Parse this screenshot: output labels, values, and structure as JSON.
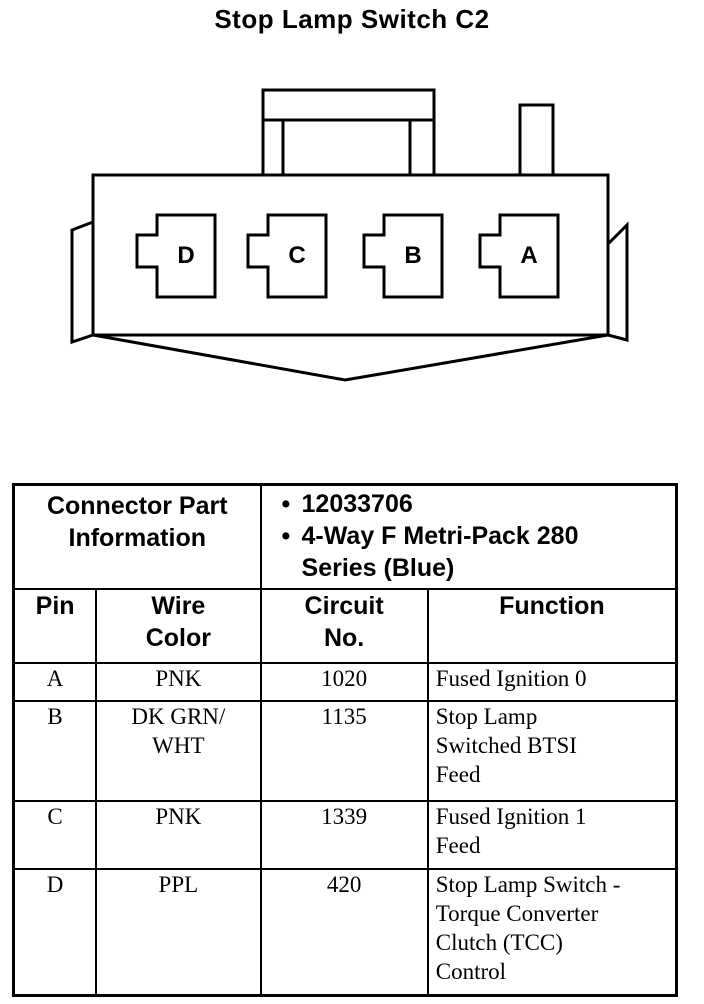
{
  "title": "Stop Lamp Switch C2",
  "connector": {
    "cavities": [
      "D",
      "C",
      "B",
      "A"
    ]
  },
  "table": {
    "part_info_label": "Connector Part\nInformation",
    "part_info_items": [
      "12033706",
      "4-Way F Metri-Pack 280\nSeries (Blue)"
    ],
    "columns": [
      "Pin",
      "Wire\nColor",
      "Circuit\nNo.",
      "Function"
    ],
    "rows": [
      {
        "pin": "A",
        "wire": "PNK",
        "circuit": "1020",
        "function": "Fused Ignition 0"
      },
      {
        "pin": "B",
        "wire": "DK GRN/\nWHT",
        "circuit": "1135",
        "function": "Stop Lamp\nSwitched BTSI\nFeed"
      },
      {
        "pin": "C",
        "wire": "PNK",
        "circuit": "1339",
        "function": "Fused Ignition 1\nFeed"
      },
      {
        "pin": "D",
        "wire": "PPL",
        "circuit": "420",
        "function": "Stop Lamp Switch -\nTorque Converter\nClutch (TCC)\nControl"
      }
    ]
  }
}
